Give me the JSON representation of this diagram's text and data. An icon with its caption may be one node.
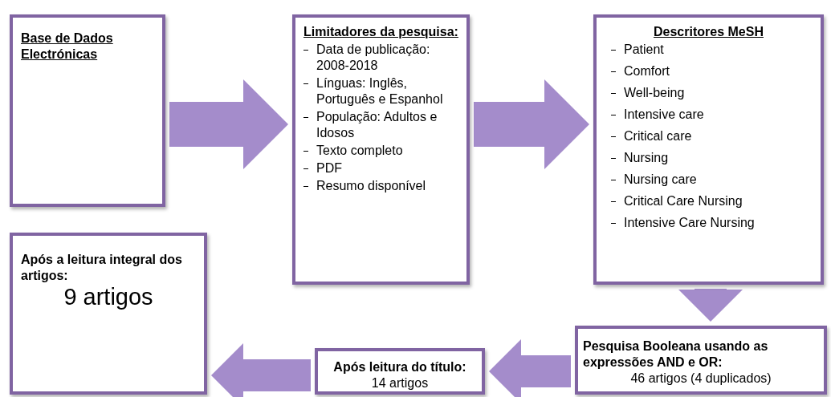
{
  "diagram": {
    "nodes": [
      {
        "text": [
          "Base de Dados Electrónicas"
        ]
      },
      {
        "text": [
          "Limitadores da pesquisa:",
          "Data de publicação: 2008-2018",
          "Línguas: Inglês, Português e Espanhol",
          "População: Adultos e Idosos",
          "Texto completo",
          "PDF",
          "Resumo disponível"
        ]
      },
      {
        "text": [
          "Descritores MeSH",
          "Patient",
          "Comfort",
          "Well-being",
          "Intensive care",
          "Critical care",
          "Nursing",
          "Nursing care",
          "Critical Care Nursing",
          "Intensive Care Nursing"
        ]
      },
      {
        "text": [
          "Pesquisa Booleana usando as expressões AND e OR:",
          "46 artigos (4 duplicados)"
        ]
      },
      {
        "text": [
          "Após leitura do título:",
          "14 artigos"
        ]
      },
      {
        "text": [
          "Após a leitura integral dos artigos:",
          "9 artigos"
        ]
      }
    ],
    "edges": [
      {
        "from": 0,
        "to": 1,
        "arrow": "to"
      },
      {
        "from": 1,
        "to": 2,
        "arrow": "to"
      },
      {
        "from": 2,
        "to": 3,
        "arrow": "to"
      },
      {
        "from": 3,
        "to": 4,
        "arrow": "to"
      },
      {
        "from": 4,
        "to": 5,
        "arrow": "to"
      }
    ]
  }
}
